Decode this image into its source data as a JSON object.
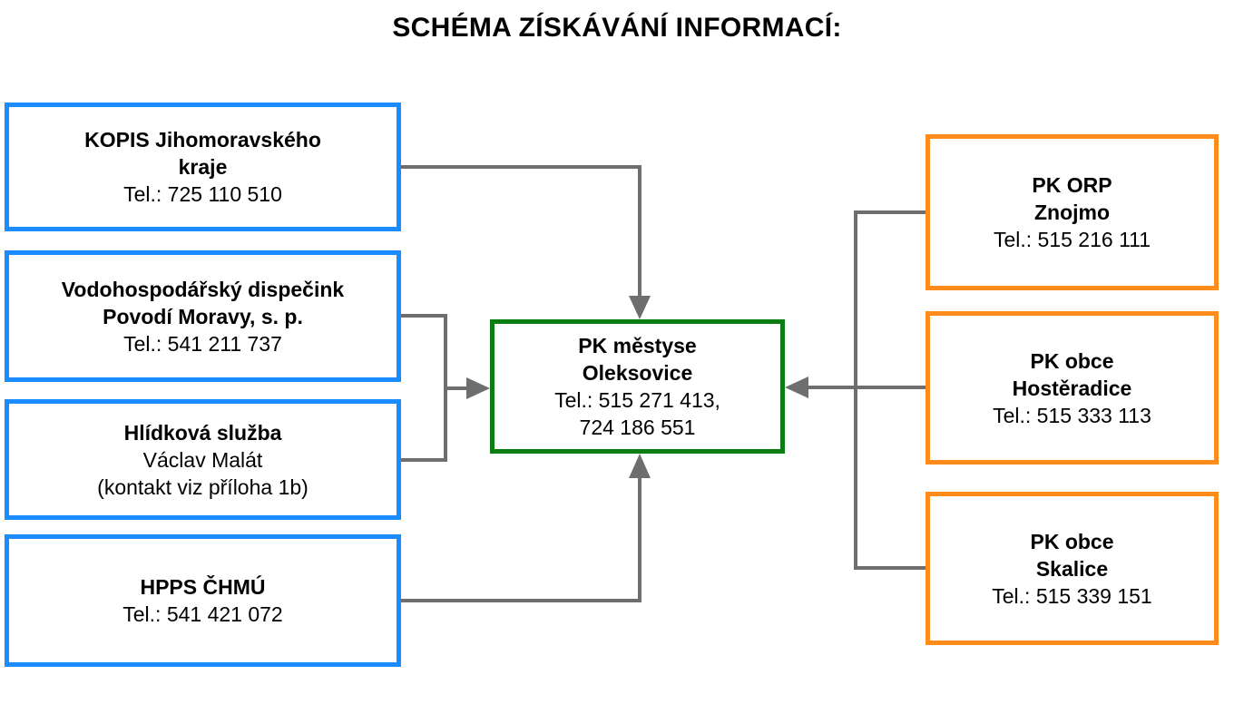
{
  "title": "SCHÉMA ZÍSKÁVÁNÍ INFORMACÍ:",
  "colors": {
    "source_border": "#1a8cff",
    "center_border": "#0a7d12",
    "neighbor_border": "#ff8c1a",
    "connector": "#6e6e6e"
  },
  "sources": [
    {
      "name_line1": "KOPIS  Jihomoravského",
      "name_line2": "kraje",
      "contact": "Tel.: 725 110 510"
    },
    {
      "name_line1": "Vodohospodářský dispečink",
      "name_line2": "Povodí Moravy, s. p.",
      "contact": "Tel.: 541 211 737"
    },
    {
      "name_line1": "Hlídková služba",
      "person": "Václav Malát",
      "contact": "(kontakt viz příloha 1b)"
    },
    {
      "name_line1": "HPPS ČHMÚ",
      "contact": "Tel.: 541 421 072"
    }
  ],
  "center": {
    "name_line1": "PK městyse",
    "name_line2": "Oleksovice",
    "phone_line1": "Tel.: 515 271 413,",
    "phone_line2": "724 186 551"
  },
  "neighbors": [
    {
      "name_line1": "PK ORP",
      "name_line2": "Znojmo",
      "contact": "Tel.: 515 216 111"
    },
    {
      "name_line1": "PK obce",
      "name_line2": "Hostěradice",
      "contact": "Tel.: 515 333 113"
    },
    {
      "name_line1": "PK obce",
      "name_line2": "Skalice",
      "contact": "Tel.: 515 339 151"
    }
  ]
}
